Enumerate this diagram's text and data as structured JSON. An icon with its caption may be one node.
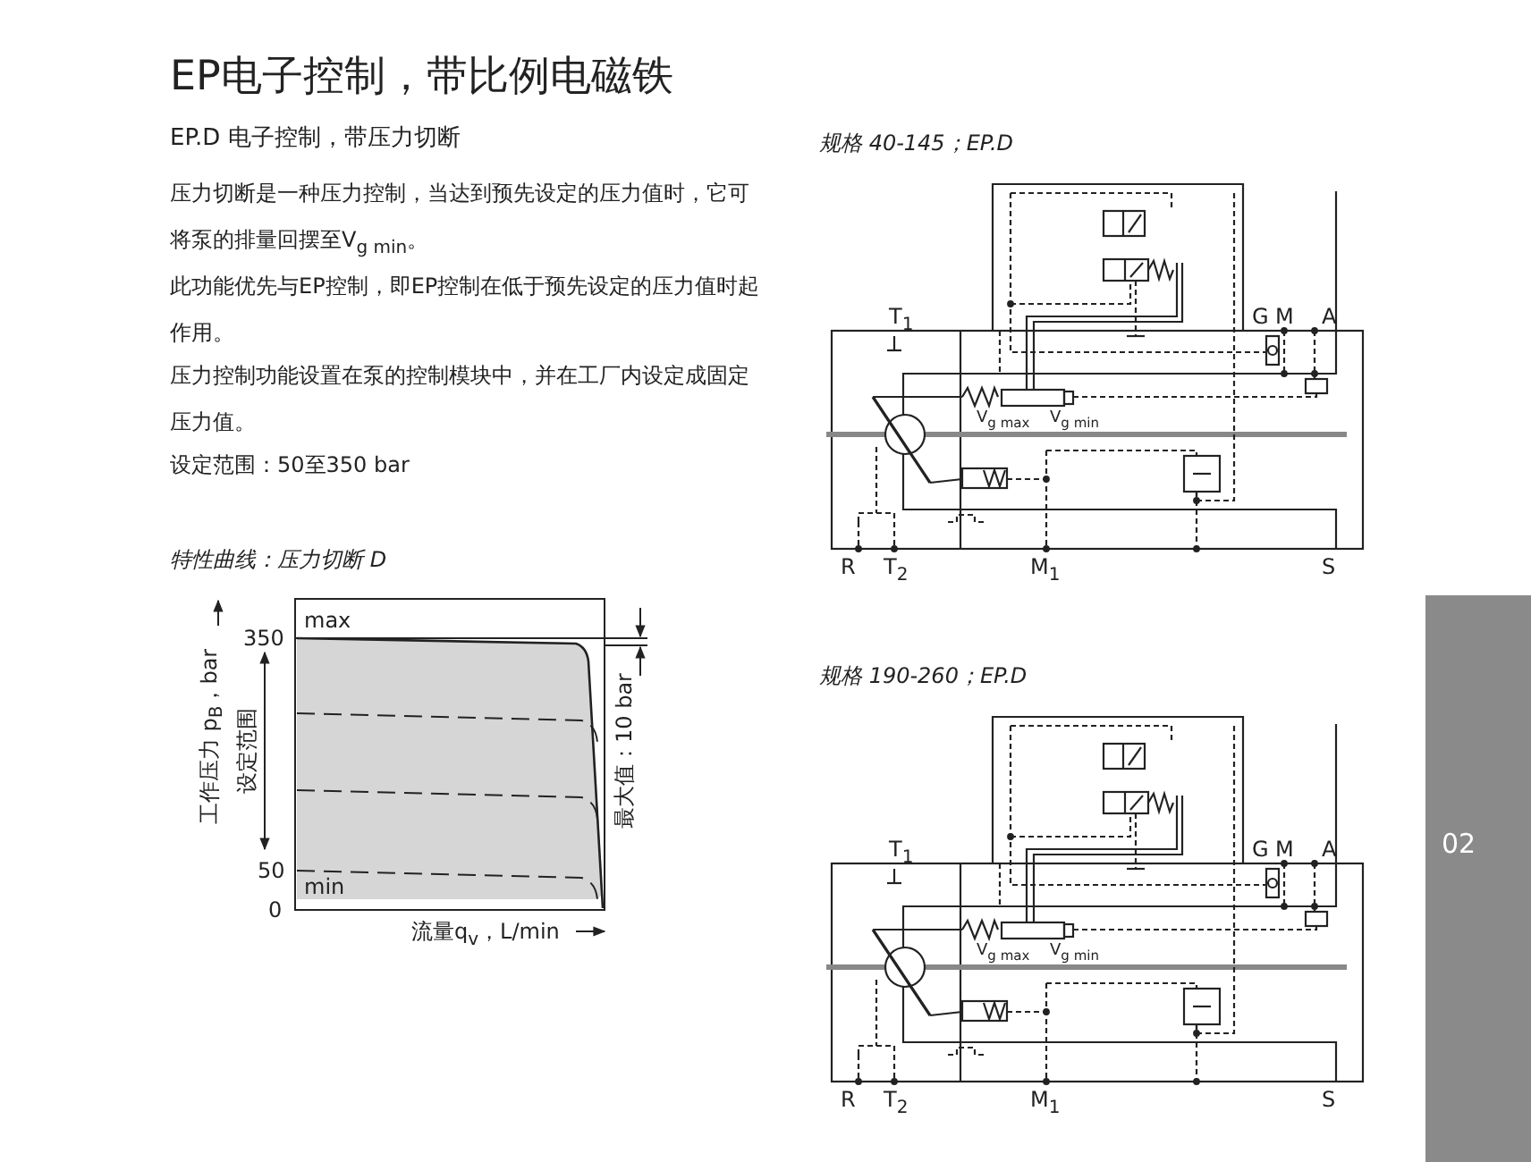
{
  "diagram": {
    "title": "EP电子控制，带比例电磁铁",
    "labels": [
      "EP.D  电子控制，带压力切断",
      "压力切断是一种压力控制，当达到预先设定的压力值时，它可将泵的排量回摆至V$_{g min}$。",
      "此功能优先与EP控制，即EP控制在低于预先设定的压力值时起作用。",
      "压力控制功能设置在泵的控制模块中，并在工厂内设定成固定压力值。",
      "设定范围：50至350 bar",
      "特性曲线：压力切断 D",
      "max",
      "350",
      "工作压力 p$_{B}$，bar",
      "设定范围",
      "最大值：10 bar",
      "50",
      "min",
      "0",
      "流量q$_{v}$，L/min",
      "规格 40-145；EP.D",
      "T$_{1}$",
      "G",
      "M",
      "A",
      "V$_{g max}$",
      "V$_{g min}$",
      "R",
      "T$_{2}$",
      "M$_{1}$",
      "S",
      "规格 190-260；EP.D",
      "T$_{1}$",
      "G",
      "M",
      "A",
      "V$_{g max}$",
      "V$_{g min}$",
      "R",
      "T$_{2}$",
      "M$_{1}$",
      "S",
      "02"
    ]
  }
}
